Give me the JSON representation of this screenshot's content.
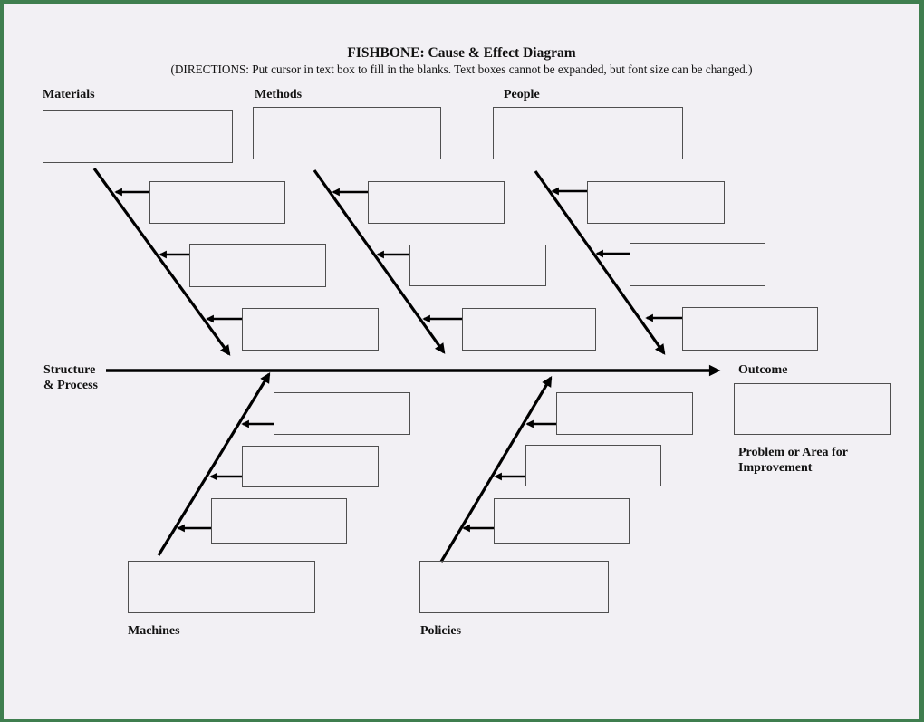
{
  "page": {
    "title": "FISHBONE: Cause & Effect Diagram",
    "directions": "(DIRECTIONS: Put cursor in text box to fill in the blanks.  Text boxes cannot be expanded, but font size can be changed.)"
  },
  "labels": {
    "materials": "Materials",
    "methods": "Methods",
    "people": "People",
    "structure_line1": "Structure",
    "structure_line2": "& Process",
    "outcome": "Outcome",
    "problem_line1": "Problem or Area for",
    "problem_line2": "Improvement",
    "machines": "Machines",
    "policies": "Policies"
  },
  "colors": {
    "frame_green": "#3f7e4f",
    "paper": "#f2f0f4",
    "line": "#000000",
    "box_border": "#4f4f4f",
    "text": "#121212"
  },
  "diagram": {
    "type": "fishbone",
    "spine": {
      "left_label": "Structure & Process",
      "right_label": "Outcome"
    },
    "outcome_box_value": "",
    "outcome_caption": "Problem or Area for Improvement",
    "categories": [
      {
        "name": "Materials",
        "position": "top",
        "header_box_value": "",
        "cause_box_values": [
          "",
          "",
          ""
        ]
      },
      {
        "name": "Methods",
        "position": "top",
        "header_box_value": "",
        "cause_box_values": [
          "",
          "",
          ""
        ]
      },
      {
        "name": "People",
        "position": "top",
        "header_box_value": "",
        "cause_box_values": [
          "",
          "",
          ""
        ]
      },
      {
        "name": "Machines",
        "position": "bottom",
        "header_box_value": "",
        "cause_box_values": [
          "",
          "",
          ""
        ]
      },
      {
        "name": "Policies",
        "position": "bottom",
        "header_box_value": "",
        "cause_box_values": [
          "",
          "",
          ""
        ]
      }
    ]
  }
}
